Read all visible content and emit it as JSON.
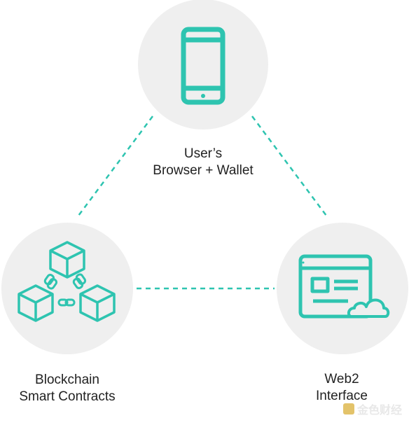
{
  "nodes": {
    "top": {
      "label": "User’s\nBrowser + Wallet",
      "icon": "smartphone-icon"
    },
    "left": {
      "label": "Blockchain\nSmart Contracts",
      "icon": "blockchain-cubes-icon"
    },
    "right": {
      "label": "Web2\nInterface",
      "icon": "browser-window-cloud-icon"
    }
  },
  "watermark": {
    "text": "金色财经"
  },
  "colors": {
    "accent": "#2ec4b0",
    "circle": "#efefef",
    "text": "#222222"
  }
}
